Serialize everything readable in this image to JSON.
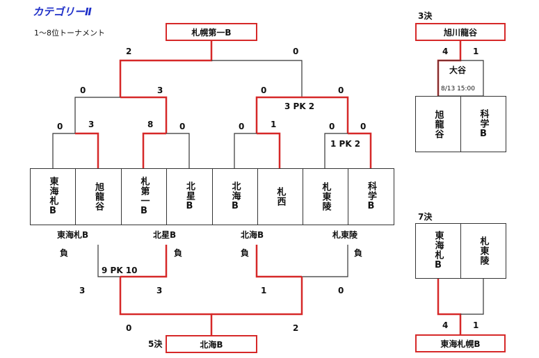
{
  "header": {
    "title": "カテゴリーⅡ",
    "subtitle": "1～8位トーナメント"
  },
  "colors": {
    "winner_line": "#d62828",
    "line": "#333333",
    "title": "#1e2fc8"
  },
  "bracket": {
    "champion": "札幌第一B",
    "teams": [
      "東海札B",
      "旭龍谷",
      "札第一B",
      "北星B",
      "北海B",
      "札西",
      "札東陵",
      "科学B"
    ],
    "r1_scores": [
      "0",
      "3",
      "8",
      "0",
      "0",
      "1",
      "0",
      "0"
    ],
    "r1_pk": "1 PK 2",
    "sf_scores": [
      "0",
      "3",
      "0",
      "0"
    ],
    "sf_pk": "3 PK 2",
    "final_scores": [
      "2",
      "0"
    ]
  },
  "consolation": {
    "losers": [
      "東海札B",
      "北星B",
      "北海B",
      "札東陵"
    ],
    "loss_label": "負",
    "r1_pk": "9 PK 10",
    "r1_scores": [
      "3",
      "3",
      "1",
      "0"
    ],
    "final_scores": [
      "0",
      "2"
    ],
    "place_label": "5決",
    "winner": "北海B"
  },
  "third_place": {
    "label": "3決",
    "winner": "旭川龍谷",
    "scores": [
      "4",
      "1"
    ],
    "venue": "大谷",
    "datetime": "8/13 15:00",
    "teams": [
      "旭龍谷",
      "科学B"
    ]
  },
  "seventh_place": {
    "label": "7決",
    "teams": [
      "東海札B",
      "札東陵"
    ],
    "scores": [
      "4",
      "1"
    ],
    "winner": "東海札幌B"
  }
}
